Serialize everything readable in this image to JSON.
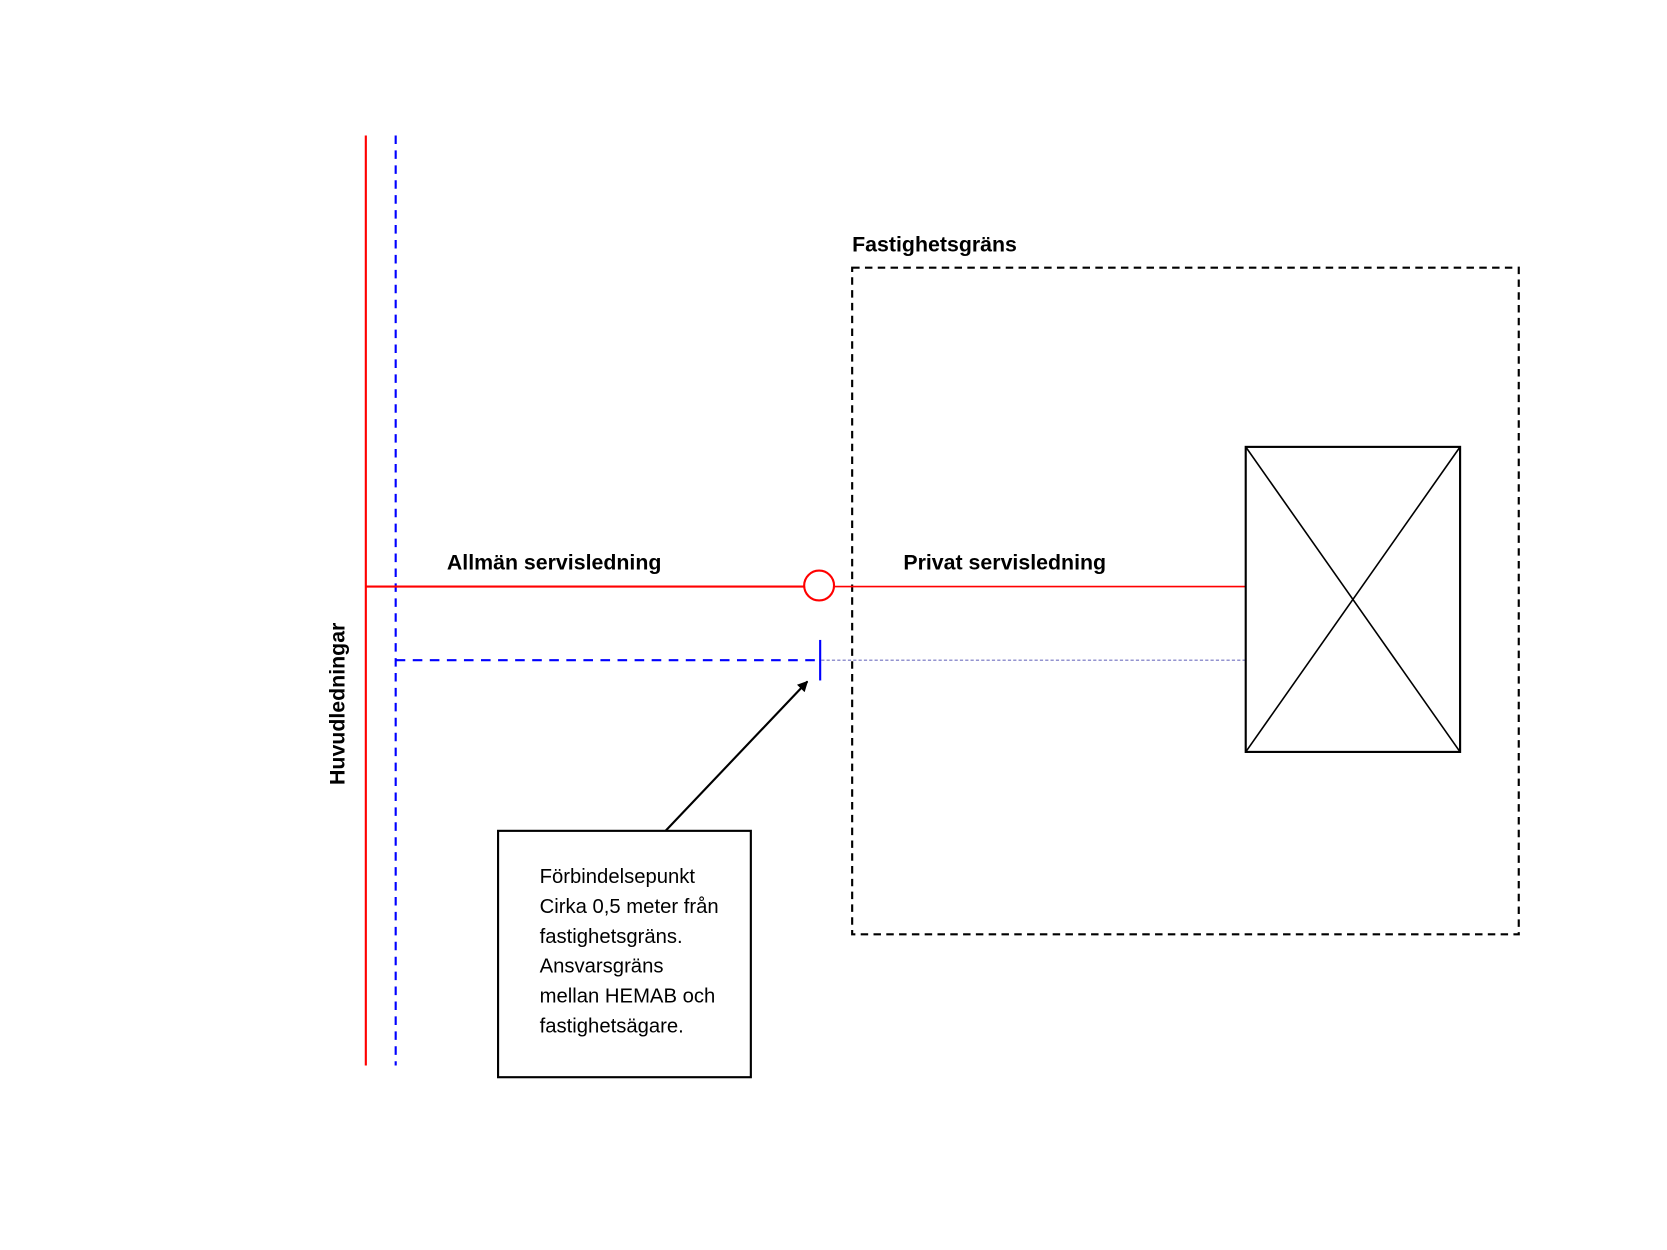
{
  "labels": {
    "main_lines": "Huvudledningar",
    "property_boundary": "Fastighetsgräns",
    "public_service_line": "Allmän servisledning",
    "private_service_line": "Privat servisledning"
  },
  "note": {
    "lines": [
      "Förbindelsepunkt",
      "Cirka 0,5 meter från",
      "fastighetsgräns.",
      "Ansvarsgräns",
      "mellan HEMAB och",
      "fastighetsägare."
    ]
  },
  "colors": {
    "water_line": "#ff0000",
    "sewer_line": "#0000ff",
    "private_sewer": "#7070c0",
    "outline": "#000000"
  }
}
